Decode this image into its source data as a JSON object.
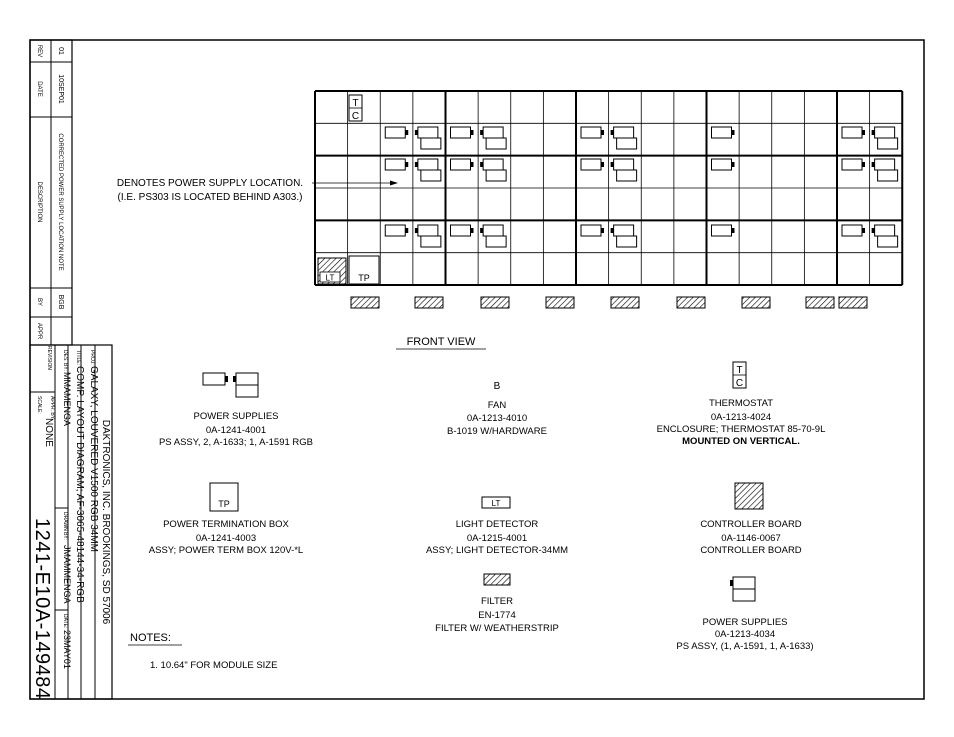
{
  "revision_block": {
    "headers": {
      "rev": "REV",
      "date": "DATE",
      "description": "DESCRIPTION",
      "by": "BY",
      "appr": "APPR"
    },
    "row": {
      "rev": "01",
      "date": "10SEP01",
      "description": "CORRECTED POWER SUPPLY LOCATION NOTE",
      "by": "BGB",
      "appr": ""
    }
  },
  "title_block": {
    "company": "DAKTRONICS, INC. BROOKINGS, SD 57006",
    "proj_label": "PROJ:",
    "project": "GALAXY, LOUVERED V1500 RGB 34MM",
    "title_label": "TITLE:",
    "title": "COMP. LAYOUT DIAGRAM; AF-3065-48144-34-RGB",
    "des_by_label": "DES. BY:",
    "des_by": "MMAMENGA",
    "drawn_by_label": "DRAWN BY:",
    "drawn_by": "JMAMMENGA",
    "date_label": "DATE:",
    "date": "23MAY01",
    "revision_label": "REVISION",
    "appr_by_label": "APPR. BY:",
    "scale_label": "SCALE:",
    "scale": "NONE",
    "drawing_number": "1241-E10A-149484"
  },
  "diagram": {
    "callout_line1": "DENOTES POWER SUPPLY LOCATION.",
    "callout_line2": "(I.E. PS303 IS LOCATED BEHIND A303.)",
    "thermostat_cell_label": "T\nC",
    "light_detector_label": "LT",
    "power_termination_label": "TP",
    "front_view": "FRONT VIEW"
  },
  "legend": {
    "power_supplies": {
      "name": "POWER SUPPLIES",
      "part": "0A-1241-4001",
      "desc": "PS ASSY, 2, A-1633; 1, A-1591 RGB"
    },
    "fan": {
      "symbol": "B",
      "name": "FAN",
      "part": "0A-1213-4010",
      "desc": "B-1019 W/HARDWARE"
    },
    "thermostat": {
      "symbol": "T\nC",
      "name": "THERMOSTAT",
      "part": "0A-1213-4024",
      "desc": "ENCLOSURE; THERMOSTAT 85-70-9L",
      "note": "MOUNTED ON VERTICAL."
    },
    "power_termination_box": {
      "symbol": "TP",
      "name": "POWER TERMINATION BOX",
      "part": "0A-1241-4003",
      "desc": "ASSY; POWER TERM BOX 120V-*L"
    },
    "light_detector": {
      "symbol": "LT",
      "name": "LIGHT DETECTOR",
      "part": "0A-1215-4001",
      "desc": "ASSY; LIGHT DETECTOR-34MM"
    },
    "controller_board": {
      "name": "CONTROLLER BOARD",
      "part": "0A-1146-0067",
      "desc": "CONTROLLER BOARD"
    },
    "filter": {
      "name": "FILTER",
      "part": "EN-1774",
      "desc": "FILTER W/ WEATHERSTRIP"
    },
    "power_supplies_2": {
      "name": "POWER SUPPLIES",
      "part": "0A-1213-4034",
      "desc": "PS ASSY, (1, A-1591, 1, A-1633)"
    }
  },
  "notes": {
    "heading": "NOTES:",
    "items": [
      "1.  10.64\" FOR MODULE SIZE"
    ]
  }
}
